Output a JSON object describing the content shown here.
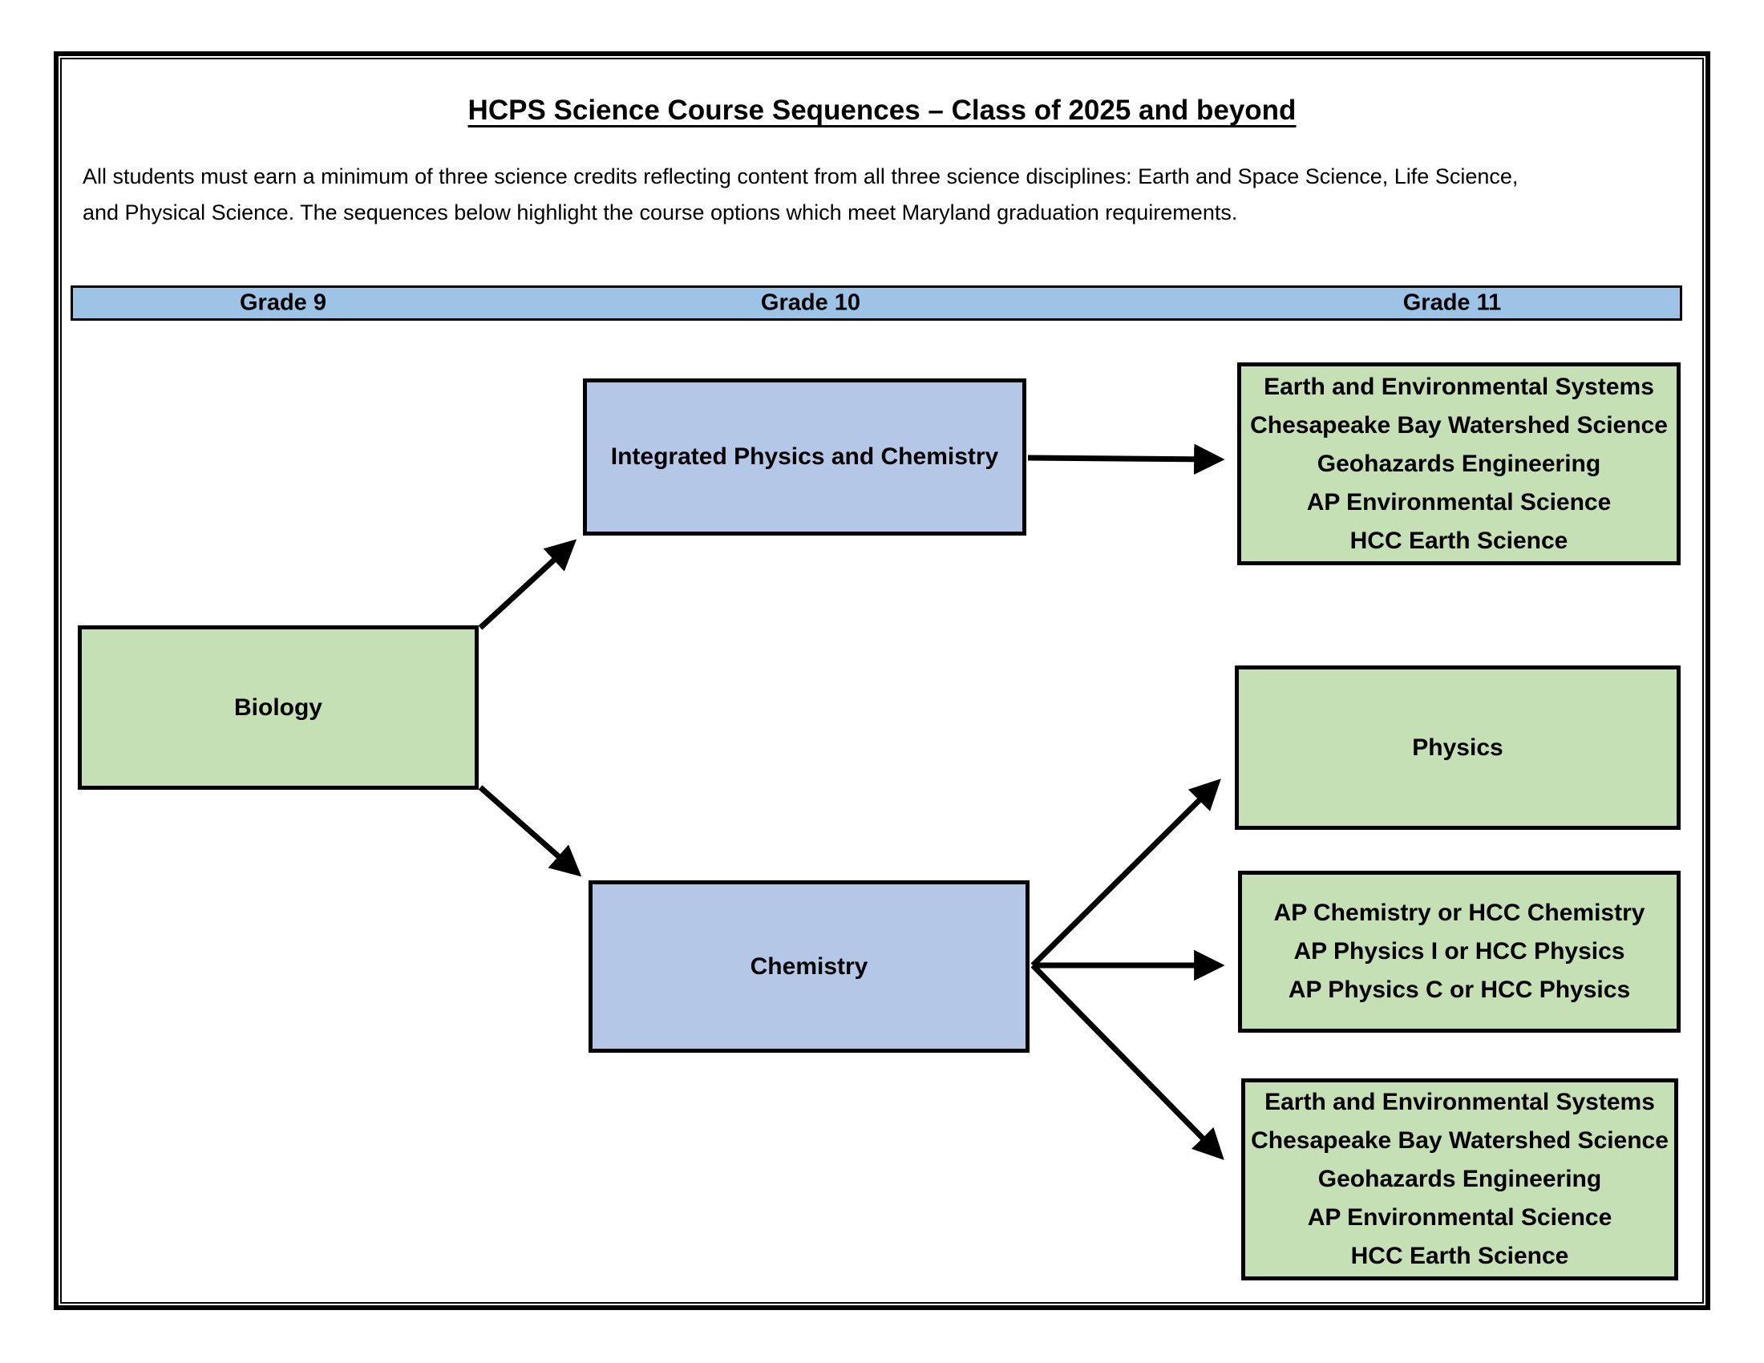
{
  "page": {
    "title": "HCPS Science Course Sequences – Class of 2025 and beyond",
    "intro_lines": [
      "All students must earn a minimum of three science credits reflecting content from all three science disciplines: Earth and Space Science, Life Science,",
      "and Physical Science. The sequences below highlight the course options which meet Maryland graduation requirements."
    ]
  },
  "grade_header": {
    "grade9": "Grade 9",
    "grade10": "Grade 10",
    "grade11": "Grade 11"
  },
  "nodes": {
    "biology": {
      "label": "Biology",
      "grade": "Grade 9",
      "color": "#C5E0B4"
    },
    "integrated_physics_chemistry": {
      "label": "Integrated Physics and Chemistry",
      "grade": "Grade 10",
      "color": "#B4C7E7"
    },
    "chemistry": {
      "label": "Chemistry",
      "grade": "Grade 10",
      "color": "#B4C7E7"
    },
    "earth_env_top": {
      "grade": "Grade 11",
      "color": "#C5E0B4",
      "lines": [
        "Earth and Environmental Systems",
        "Chesapeake Bay Watershed Science",
        "Geohazards Engineering",
        "AP Environmental Science",
        "HCC Earth Science"
      ]
    },
    "physics": {
      "label": "Physics",
      "grade": "Grade 11",
      "color": "#C5E0B4"
    },
    "advanced_options": {
      "grade": "Grade 11",
      "color": "#C5E0B4",
      "lines": [
        "AP Chemistry or HCC Chemistry",
        "AP Physics I or HCC Physics",
        "AP Physics C or HCC Physics"
      ]
    },
    "earth_env_bottom": {
      "grade": "Grade 11",
      "color": "#C5E0B4",
      "lines": [
        "Earth and Environmental Systems",
        "Chesapeake Bay Watershed Science",
        "Geohazards Engineering",
        "AP Environmental Science",
        "HCC Earth Science"
      ]
    }
  },
  "edges": [
    {
      "from": "biology",
      "to": "integrated_physics_chemistry"
    },
    {
      "from": "biology",
      "to": "chemistry"
    },
    {
      "from": "integrated_physics_chemistry",
      "to": "earth_env_top"
    },
    {
      "from": "chemistry",
      "to": "physics"
    },
    {
      "from": "chemistry",
      "to": "advanced_options"
    },
    {
      "from": "chemistry",
      "to": "earth_env_bottom"
    }
  ],
  "colors": {
    "green_fill": "#C5E0B4",
    "blue_fill": "#B4C7E7",
    "header_fill": "#9DC3E6",
    "line_color": "#000000"
  }
}
